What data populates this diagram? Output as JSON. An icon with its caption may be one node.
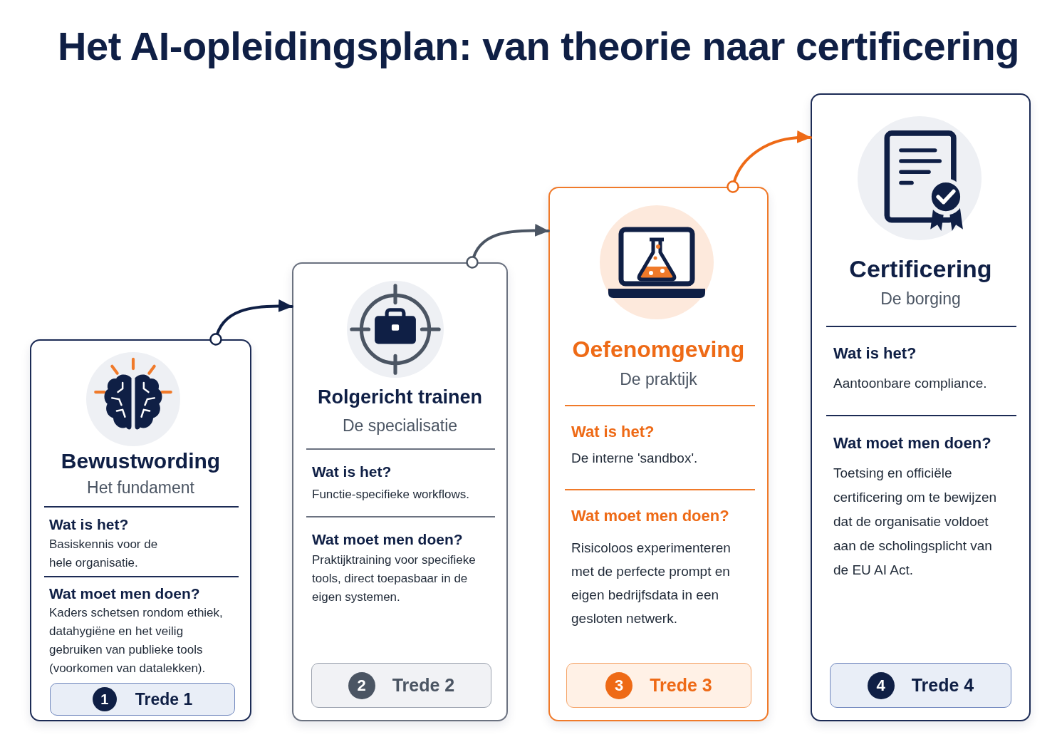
{
  "diagram": {
    "title": "Het AI-opleidingsplan: van theorie naar certificering",
    "nodes": [
      {
        "text": [
          "Bewustwording",
          "Het fundament",
          "Wat is het?",
          "Basiskennis voor de hele organisatie.",
          "Wat moet men doen?",
          "Kaders schetsen rondom ethiek, datahygiëne en het veilig gebruiken van publieke tools (voorkomen van datalekken)."
        ]
      },
      {
        "text": [
          "Trede 1"
        ],
        "in": 0
      },
      {
        "text": [
          "1"
        ],
        "in": 1
      },
      {
        "text": [
          "Rolgericht trainen",
          "De specialisatie",
          "Wat is het?",
          "Functie-specifieke workflows.",
          "Wat moet men doen?",
          "Praktijktraining voor specifieke tools, direct toepasbaar in de eigen systemen."
        ]
      },
      {
        "text": [
          "Trede 2"
        ],
        "in": 3
      },
      {
        "text": [
          "2"
        ],
        "in": 4
      },
      {
        "text": [
          "Oefenomgeving",
          "De praktijk",
          "Wat is het?",
          "De interne 'sandbox'.",
          "Wat moet men doen?",
          "Risicoloos experimenteren met de perfecte prompt en eigen bedrijfsdata in een gesloten netwerk."
        ]
      },
      {
        "text": [
          "Trede 3"
        ],
        "in": 6
      },
      {
        "text": [
          "3"
        ],
        "in": 7
      },
      {
        "text": [
          "Certificering",
          "De borging",
          "Wat is het?",
          "Aantoonbare compliance.",
          "Wat moet men doen?",
          "Toetsing en officiële certificering om te bewijzen dat de organisatie voldoet aan de scholingsplicht van de EU AI Act."
        ]
      },
      {
        "text": [
          "Trede 4"
        ],
        "in": 9
      },
      {
        "text": [
          "4"
        ],
        "in": 10
      }
    ],
    "edges": [
      {
        "from": 0,
        "to": 3,
        "arrow": "to",
        "color": "#0f1f45"
      },
      {
        "from": 3,
        "to": 6,
        "arrow": "to",
        "color": "#4b5563"
      },
      {
        "from": 6,
        "to": 9,
        "arrow": "to",
        "color": "#ee6a16"
      }
    ]
  }
}
